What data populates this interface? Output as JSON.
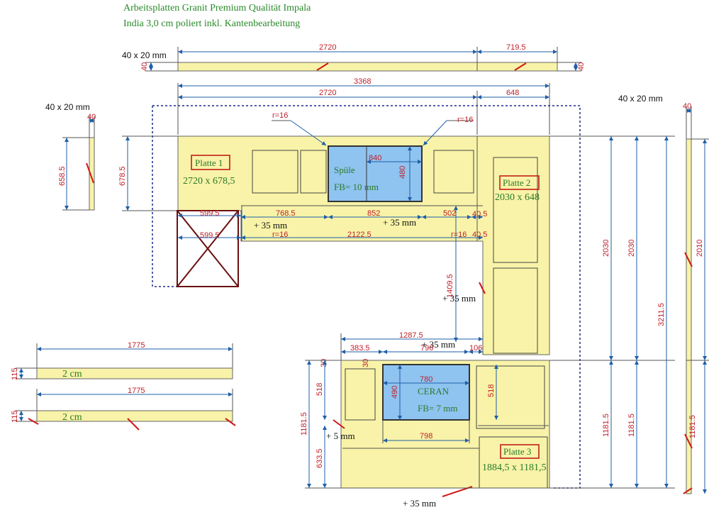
{
  "header": {
    "line1": "Arbeitsplatten Granit Premium Qualität Impala",
    "line2": "India 3,0 cm poliert inkl. Kantenbearbeitung"
  },
  "labels": {
    "strip_top": "40 x 20 mm",
    "strip_left": "40 x 20 mm",
    "strip_right": "40 x 20 mm",
    "platte1_name": "Platte 1",
    "platte1_size": "2720 x 678,5",
    "platte2_name": "Platte 2",
    "platte2_size": "2030 x 648",
    "platte3_name": "Platte 3",
    "platte3_size": "1884,5 x 1181,5",
    "sink_name": "Spüle",
    "sink_fb": "FB= 10 mm",
    "hob_name": "CERAN",
    "hob_fb": "FB= 7 mm",
    "edge1": "2 cm",
    "edge2": "2 cm",
    "plus35_a": "+ 35 mm",
    "plus35_b": "+ 35 mm",
    "plus35_c": "+ 35 mm",
    "plus35_d": "+ 35 mm",
    "plus35_e": "+ 35 mm",
    "plus5": "+ 5 mm",
    "r16_a": "r=16",
    "r16_b": "r=16",
    "r16_c": "r=16",
    "r16_d": "r=16"
  },
  "dims": {
    "top_strip_long": "2720",
    "top_strip_short": "719.5",
    "top_strip_h_left": "40",
    "top_strip_h_right": "40",
    "overall_width": "3368",
    "p1_width": "2720",
    "p2_width": "648",
    "left_strip_w": "40",
    "left_strip_h": "658.5",
    "p1_depth": "678.5",
    "sink_w": "840",
    "sink_h": "480",
    "inner_a": "599.5",
    "inner_b": "599.5",
    "inner_c": "768.5",
    "inner_d": "852",
    "inner_e": "502",
    "inner_f": "40.5",
    "inner_g": "40.5",
    "inner_h": "2122.5",
    "p2_inner": "1409.5",
    "p3_total": "1287.5",
    "p3_a": "383.5",
    "p3_b": "796",
    "p3_c": "106",
    "p3_d": "30",
    "p3_e": "30",
    "hob_w": "780",
    "hob_h": "490",
    "hob_w2": "798",
    "hob_side": "518",
    "p3_left_h": "518",
    "p3_h_total": "1181.5",
    "p3_lower": "633.5",
    "right_2030_a": "2030",
    "right_2030_b": "2030",
    "right_3211": "3211.5",
    "right_1181_a": "1181.5",
    "right_1181_b": "1181.5",
    "right_strip_w": "40",
    "right_strip_2010": "2010",
    "right_strip_1181": "1181.5",
    "edge1_len": "1775",
    "edge1_h": "115",
    "edge2_len": "1775",
    "edge2_h": "115"
  },
  "colors": {
    "countertop": "#f8f3a8",
    "sink": "#8fc3f0",
    "dimension": "#1f5fa8",
    "dim_text": "#c0202a",
    "label_text": "#2a7a2a",
    "label_box": "#c01010",
    "outline_dotted": "#1a2a8a"
  }
}
